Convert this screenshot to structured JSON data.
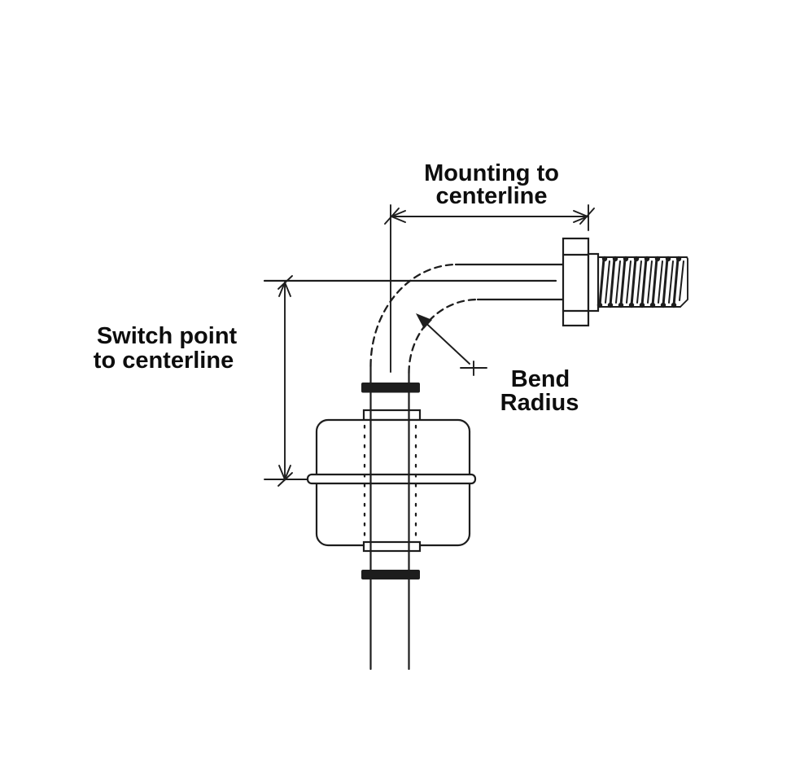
{
  "labels": {
    "mounting": {
      "line1": "Mounting to",
      "line2": "centerline"
    },
    "switch_point": {
      "line1": "Switch point",
      "line2": "to centerline"
    },
    "bend_radius": {
      "line1": "Bend",
      "line2": "Radius"
    }
  },
  "colors": {
    "line": "#1d1d1d",
    "text": "#0d0d0d",
    "background": "#ffffff"
  }
}
